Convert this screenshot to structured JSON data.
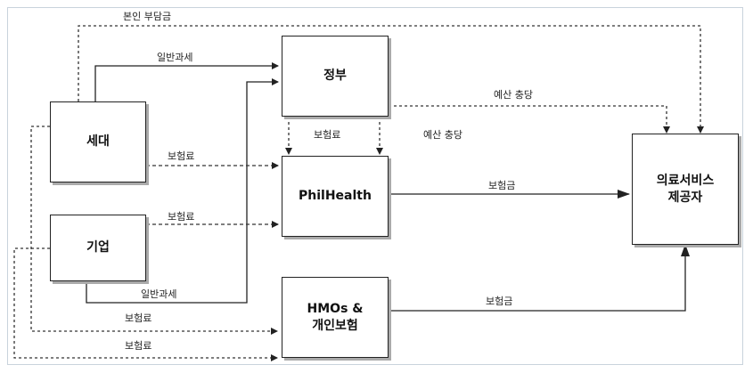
{
  "nodes": {
    "government": "정부",
    "household": "세대",
    "enterprise": "기업",
    "philhealth": "PhilHealth",
    "hmos": "HMOs &\n개인보험",
    "provider": "의료서비스\n제공자"
  },
  "edges": {
    "self_pay": "본인 부담금",
    "household_tax": "일반과세",
    "enterprise_tax": "일반과세",
    "household_premium": "보험료",
    "enterprise_premium": "보험료",
    "gov_premium": "보험료",
    "budget_to_philhealth": "예산 충당",
    "budget_to_provider": "예산 충당",
    "philhealth_benefit": "보험금",
    "hmo_benefit": "보험금",
    "household_to_hmo": "보험료",
    "enterprise_to_hmo": "보험료"
  }
}
